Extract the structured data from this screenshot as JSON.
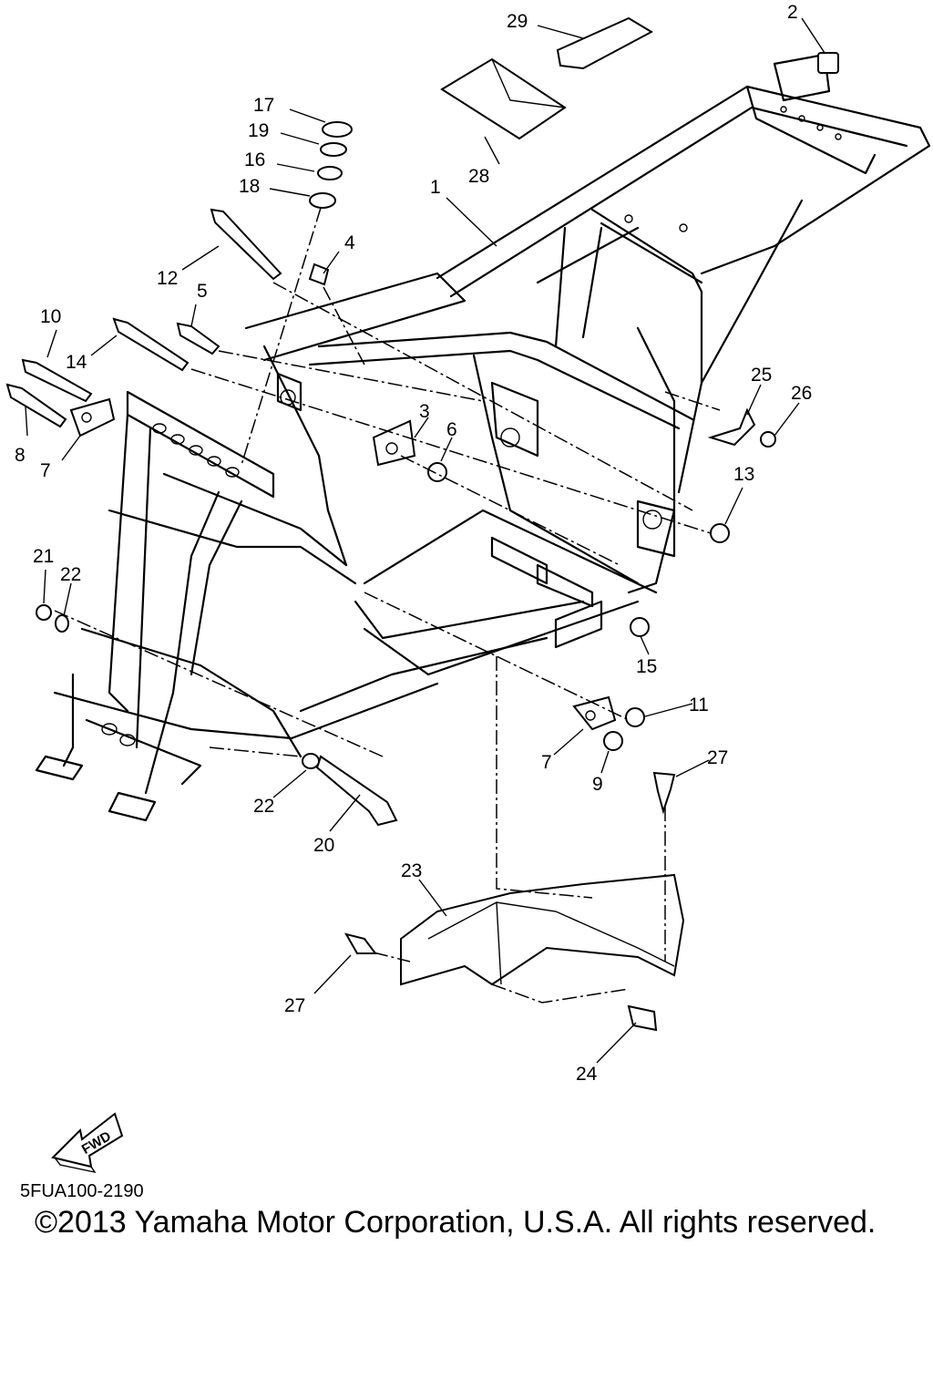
{
  "diagram": {
    "callouts": [
      "1",
      "2",
      "3",
      "4",
      "5",
      "6",
      "7",
      "7",
      "8",
      "9",
      "10",
      "11",
      "12",
      "13",
      "14",
      "15",
      "16",
      "17",
      "18",
      "19",
      "20",
      "21",
      "22",
      "22",
      "23",
      "24",
      "25",
      "26",
      "27",
      "27",
      "28",
      "29"
    ],
    "fwd_label": "FWD"
  },
  "footer": {
    "code": "5FUA100-2190",
    "copyright": "©2013 Yamaha Motor Corporation, U.S.A. All rights reserved."
  }
}
